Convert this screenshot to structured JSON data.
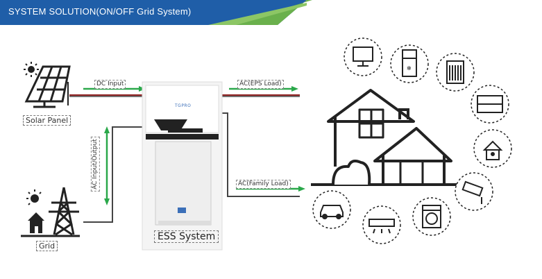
{
  "banner": {
    "title": "SYSTEM SOLUTION(ON/OFF Grid System)"
  },
  "labels": {
    "solar_panel": "Solar Panel",
    "grid": "Grid",
    "ess_system": "ESS System",
    "brand": "TGPRO",
    "dc_input": "DC Input",
    "ac_input_output": "AC Input/Output",
    "ac_eps_load": "AC(EPS Load)",
    "ac_family_load": "AC(Family Load)"
  },
  "colors": {
    "banner": "#1f5ea8",
    "accent": "#6ab04c",
    "arrow": "#2aa84a",
    "wire": "#8b1a1a"
  },
  "appliances": [
    "monitor-icon",
    "fridge-icon",
    "heater-icon",
    "cabinet-icon",
    "alarm-icon",
    "cctv-icon",
    "washer-icon",
    "aircon-icon",
    "car-icon"
  ]
}
